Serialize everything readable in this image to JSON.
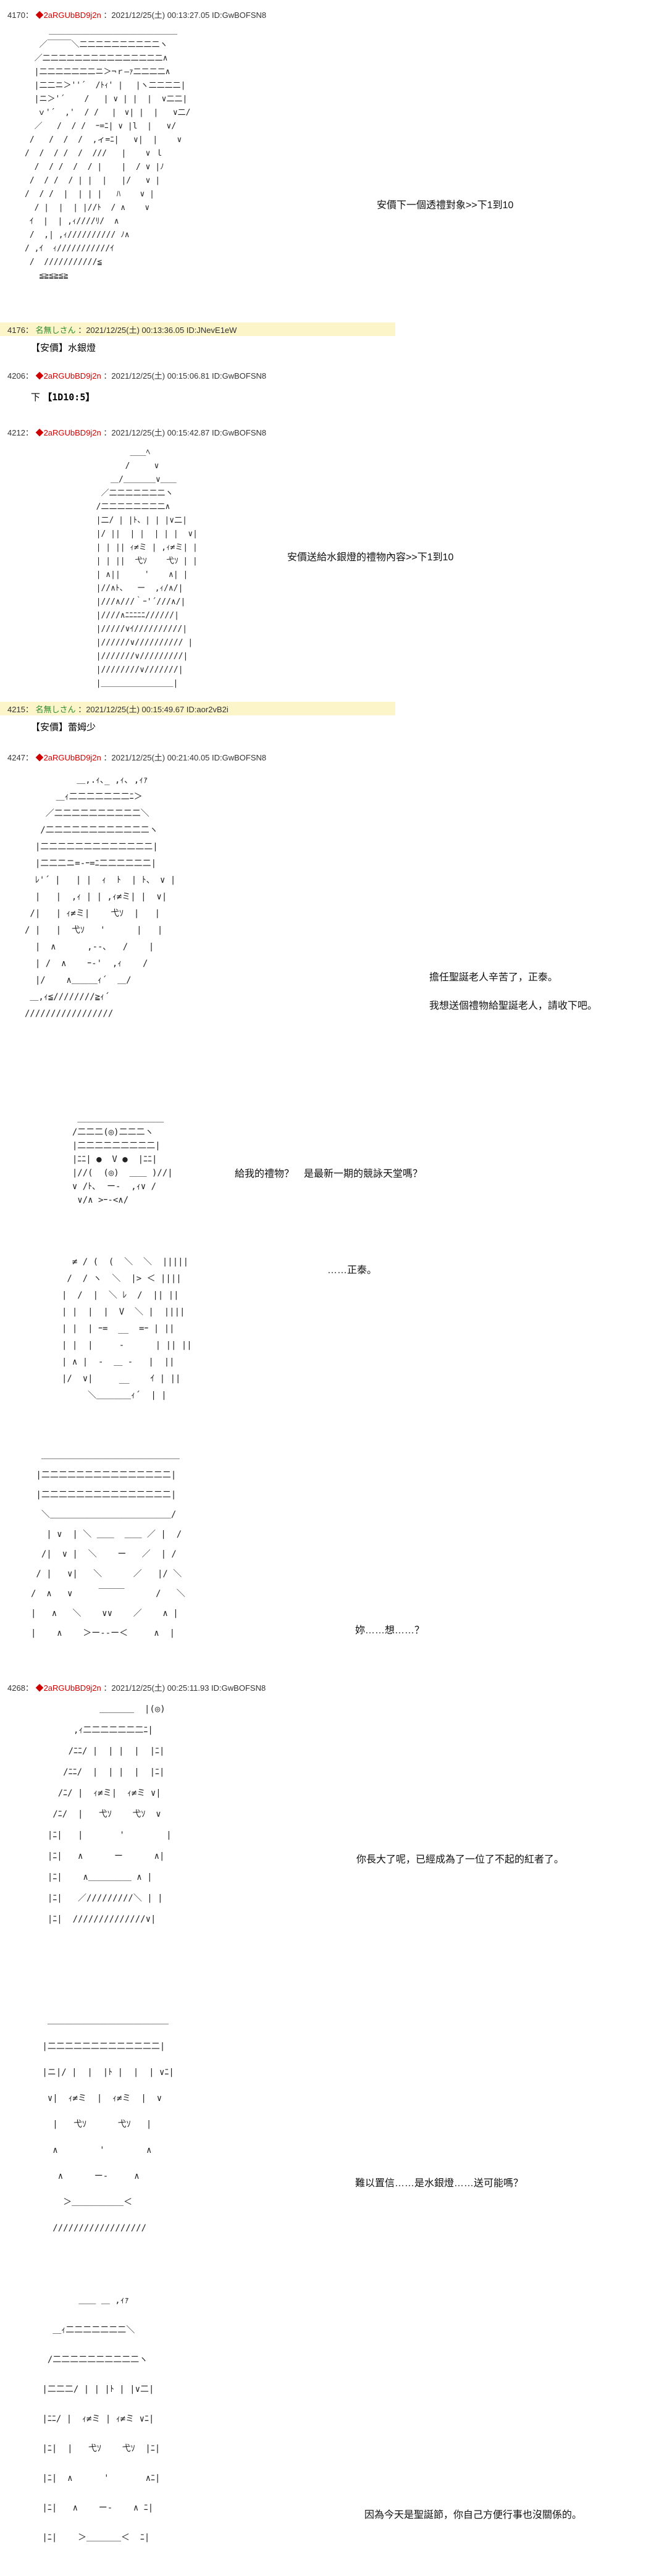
{
  "posts": [
    {
      "num": "4170：",
      "mark": "◆",
      "name": "2aRGUbBD9j2n",
      "date": "：2021/12/25(土) 00:13:27.05 ID:GwBOFSN8"
    },
    {
      "num": "4176：",
      "name": "名無しさん",
      "date": "：2021/12/25(土) 00:13:36.05 ID:JNevE1eW",
      "body": "【安價】水銀燈"
    },
    {
      "num": "4206：",
      "mark": "◆",
      "name": "2aRGUbBD9j2n",
      "date": "：2021/12/25(土) 00:15:06.81 ID:GwBOFSN8",
      "body_prefix": "下",
      "body_dice": "【1D10:5】"
    },
    {
      "num": "4212：",
      "mark": "◆",
      "name": "2aRGUbBD9j2n",
      "date": "：2021/12/25(土) 00:15:42.87 ID:GwBOFSN8"
    },
    {
      "num": "4215：",
      "name": "名無しさん",
      "date": "：2021/12/25(土) 00:15:49.67 ID:aor2vB2i",
      "body": "【安價】蕾姆少"
    },
    {
      "num": "4247：",
      "mark": "◆",
      "name": "2aRGUbBD9j2n",
      "date": "：2021/12/25(土) 00:21:40.05 ID:GwBOFSN8"
    },
    {
      "num": "4268：",
      "mark": "◆",
      "name": "2aRGUbBD9j2n",
      "date": "：2021/12/25(土) 00:25:11.93 ID:GwBOFSN8"
    }
  ],
  "lines": {
    "l1": "安價下一個透禮對象>>下1到10",
    "l2": "安價送給水銀燈的禮物內容>>下1到10",
    "l3a": "擔任聖誕老人辛苦了，正泰。",
    "l3b": "我想送個禮物給聖誕老人，請收下吧。",
    "l4": "給我的禮物？　是最新一期的競詠天堂嗎？",
    "l5": "……正泰。",
    "l6": "妳……想……？",
    "l7": "你長大了呢，已經成為了一位了不起的紅者了。",
    "l8": "難以置信……是水銀燈……送可能嗎？",
    "l9": "因為今天是聖誕節，你自己方便行事也沒關係的。"
  },
  "aa": {
    "a1": "     ＿＿＿＿＿＿＿＿＿＿＿＿＿＿＿＿\n   ／￣￣￣＼二二二二二二二二二二ヽ\n  ／二二二二二二二二二二二二二二二∧\n  |二二二二二二二ニ＞¬ｒ―ｧ二二二二∧\n  |二二ニ＞''´  /ﾄｨ' |　 |ヽ二二二二|\n  |ニ＞'´    /   | ∨ | |  |  ∨二二|\n 　ｖ'´  ,'  / /　 |　∨| |  |   ∨二/\n  ／   /  / /  ｰ=ﾆ| ∨ |l  |   ∨/\n /   /  /  /  ,ィ=ﾆ|   ∨|  |    ∨\n/  /  / /  /  ///   |    ∨ ｌ  \n  /  / /  /  / |    |  / ∨ |ﾉ  \n /  / /  / | |  |   |/   ∨ |   \n/  / /  |  | | |   ﾊ    ∨ |  \n  / |  |  | |//ﾄ  / ∧    ∨ \n ｲ  |  | ,ｨ////ﾘ/  ∧    \n /  ,| ,ｨ////////// ﾉ∧\n/ ,ｲ  ｨ///////////ｲ  \n /  ///////////≦\n   ≦≧≦≧≦≧\n",
    "a2": "         ＿＿ﾍ\n        /     ∨\n     ＿/＿＿＿＿∨＿＿\n   ／二二二二二二二ヽ\n  /二二二二二二二二∧\n  |二/ | |ﾄ、| | |∨二|\n  |/ ||  | |  | | |  ∨|\n  | | || ｨ≠ミ | ,ｨ≠ミ| |\n  | | ||  弋ｿ    弋ｿ | |\n  | ∧||     '    ∧| |\n  |//∧ﾄ、  ー  ,ｨ/∧/|\n  |///∧///｀ｰ'´///∧/|\n  |////∧ﾆﾆﾆﾆﾆ//////|\n  |/////∨ｲ//////////|\n  |//////∨////////// |\n  |///////∨/////////|\n  |////////∨///////|\n  |＿＿＿＿＿＿＿＿＿|\n",
    "a3": "          ＿,.ｨ､_ ,ｨ､ ,ｨｧ\n      ＿ｨ二二二二二二二ﾆ＞\n    ／二二二二二二二二二二＼\n   /二二二二二二二二二二二二ヽ\n  |二二二二二二二二二二二二二|\n  |二二二ニ=-ｰ=ﾆ二二二二二二|\n  ﾚ'´ |   | |  ｨ  ﾄ  | ﾄ、 ∨ |\n  |   |  ,ｨ | | ,ｨ≠ミ| |  ∨|\n /|   | ｨ≠ミ|    弋ｿ  |   |\n/ |   |  弋ｿ   '      |   |\n  |  ∧      ,-‐､   /    |\n  | /  ∧    ｰ‐'  ,ｨ    /\n  |/    ∧＿＿＿ｨ´  ＿/\n ＿,ｨ≦////////≧ｨ´\n/////////////////\n",
    "a4": "   ＿＿＿＿＿＿＿＿＿＿\n  /二二二(◎)二二二ヽ\n  |二二二二二二二二二|\n  |ﾆﾆ| ●  V ●  |ﾆﾆ|\n  |//(  (◎)  ＿＿ )//|\n  ∨ /ﾄ､  ー‐  ,ｨ∨ /\n   ∨/∧ >ｰ‐<∧/\n",
    "a5": "  ≠ / (  (  ＼  ＼  |||||\n /  / ヽ  ＼  |> ＜ ||||\n|  /  |  ＼ ﾚ  /  || ||\n| |  |  |  V  ＼ |  ||||\n| |  | ｰ=  __  =ｰ | ||\n| |  |     ‐      | || ||\n| ∧ |  ‐  ＿ ‐   |  ||\n|/  ∨|     __    ｲ | ||\n     ＼＿＿＿＿ｨ´  | |\n",
    "a6": "  ＿＿＿＿＿＿＿＿＿＿＿＿＿＿＿＿\n |二二二二二二二二二二二二二二二|\n |二二二二二二二二二二二二二二二|\n  ＼＿＿＿＿＿＿＿＿＿＿＿＿＿＿/\n   | ∨  | ＼ ＿＿  ＿＿ ／ |  /\n  /|  ∨ |  ＼    ー   ／  | /\n / |   ∨|   ＼      ／   |/ ＼\n/  ∧   ∨     ￣￣￣      /   ＼\n|   ∧   ＼    ∨∨    ／    ∧ |\n|    ∧    ＞ー‐‐ー＜     ∧  |\n",
    "a7": "            ＿＿＿＿  |(◎)\n       ,ｨ二二二二二二二ﾆ|\n      /ﾆﾆ/ |  | |  |  |ﾆ|\n     /ﾆﾆ/  |  | |  |  |ﾆ|\n    /ﾆ/ |  ｨ≠ミ|  ｨ≠ミ ∨|\n   /ﾆ/  |   弋ｿ    弋ｿ  ∨\n  |ﾆ|   |       '        |\n  |ﾆ|   ∧      ー      ∧|\n  |ﾆ|    ∧＿＿＿＿＿ ∧ |\n  |ﾆ|   ／/////////＼ | |\n  |ﾆ|  //////////////∨|\n",
    "a8": "  ＿＿＿＿＿＿＿＿＿＿＿＿＿＿\n |二二二二二二二二二二二二二|\n |ニ|/ |  |  |ﾄ |  |  | ∨ﾆ|\n  ∨|  ｨ≠ミ  |  ｨ≠ミ  |  ∨\n   |   弋ｿ      弋ｿ   |\n   ∧        '        ∧\n    ∧      ー‐     ∧\n     ＞＿＿＿＿＿＿＜\n   //////////////////\n",
    "a9": "        ＿＿ ＿ ,ｨｧ\n   ＿ｨ二二二二二二二＼\n  /二二二二二二二二二二ヽ\n |二二二/ | | |ﾄ | |∨二|\n |ﾆﾆ/ |  ｨ≠ミ | ｨ≠ミ ∨ﾆ|\n |ﾆ|  |   弋ｿ    弋ｿ  |ﾆ|\n |ﾆ|  ∧      '       ∧ﾆ|\n |ﾆ|   ∧    ー‐    ∧ ﾆ|\n |ﾆ|    ＞＿＿＿＿＜  ﾆ|\n"
  }
}
